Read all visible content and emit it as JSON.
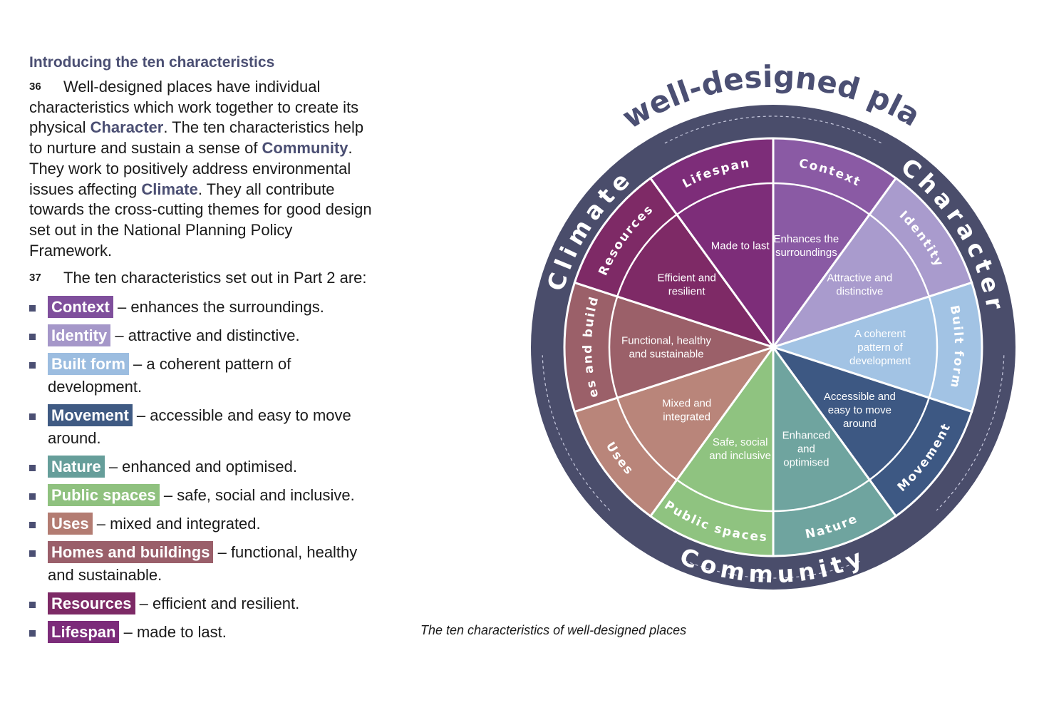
{
  "heading": "Introducing the ten characteristics",
  "para36": {
    "num": "36",
    "t1": "Well-designed places have individual characteristics which work together to create its physical ",
    "k1": "Character",
    "t2": ". The ten characteristics help to nurture and sustain a sense of ",
    "k2": "Community",
    "t3": ". They work to positively address environmental issues affecting ",
    "k3": "Climate",
    "t4": ". They all contribute towards the cross-cutting themes for good design set out in the National Planning Policy Framework."
  },
  "para37": {
    "num": "37",
    "text": "The ten characteristics set out in Part 2 are:"
  },
  "items": [
    {
      "name": "Context",
      "desc": "– enhances the surroundings.",
      "color": "#7f4f9c"
    },
    {
      "name": "Identity",
      "desc": "– attractive and distinctive.",
      "color": "#a597c9"
    },
    {
      "name": "Built form",
      "desc": "– a coherent pattern of development.",
      "color": "#9cbde0"
    },
    {
      "name": "Movement",
      "desc": "– accessible and easy to move around.",
      "color": "#3f5a83"
    },
    {
      "name": "Nature",
      "desc": "– enhanced and optimised.",
      "color": "#669e9a"
    },
    {
      "name": "Public spaces",
      "desc": "– safe, social and inclusive.",
      "color": "#8fc17f"
    },
    {
      "name": "Uses",
      "desc": "– mixed and integrated.",
      "color": "#b37c72"
    },
    {
      "name": "Homes and buildings",
      "desc": "– functional, healthy and sustainable.",
      "color": "#9a5f6a"
    },
    {
      "name": "Resources",
      "desc": "– efficient and resilient.",
      "color": "#7d2a66"
    },
    {
      "name": "Lifespan",
      "desc": "– made to last.",
      "color": "#7c2c7a"
    }
  ],
  "wheel": {
    "title": "A well-designed place",
    "ring_labels": {
      "climate": "Climate",
      "character": "Character",
      "community": "Community"
    },
    "ring_color": "#4a4d6b",
    "segments": [
      {
        "name": "Context",
        "desc": [
          "Enhances the",
          "surroundings"
        ],
        "color": "#8a5aa4"
      },
      {
        "name": "Identity",
        "desc": [
          "Attractive and",
          "distinctive"
        ],
        "color": "#a99bcd"
      },
      {
        "name": "Built form",
        "desc": [
          "A coherent",
          "pattern of",
          "development"
        ],
        "color": "#a2c3e4"
      },
      {
        "name": "Movement",
        "desc": [
          "Accessible and",
          "easy to move",
          "around"
        ],
        "color": "#3d5883"
      },
      {
        "name": "Nature",
        "desc": [
          "Enhanced",
          "and",
          "optimised"
        ],
        "color": "#6fa49f"
      },
      {
        "name": "Public spaces",
        "desc": [
          "Safe, social",
          "and inclusive"
        ],
        "color": "#8fc380"
      },
      {
        "name": "Uses",
        "desc": [
          "Mixed and",
          "integrated"
        ],
        "color": "#b9857a"
      },
      {
        "name": "Homes and buildings",
        "desc": [
          "Functional, healthy",
          "and sustainable"
        ],
        "color": "#9b6069"
      },
      {
        "name": "Resources",
        "desc": [
          "Efficient and",
          "resilient"
        ],
        "color": "#7e2a66"
      },
      {
        "name": "Lifespan",
        "desc": [
          "Made to last"
        ],
        "color": "#7d2d79"
      }
    ]
  },
  "caption": "The ten characteristics of well-designed places"
}
